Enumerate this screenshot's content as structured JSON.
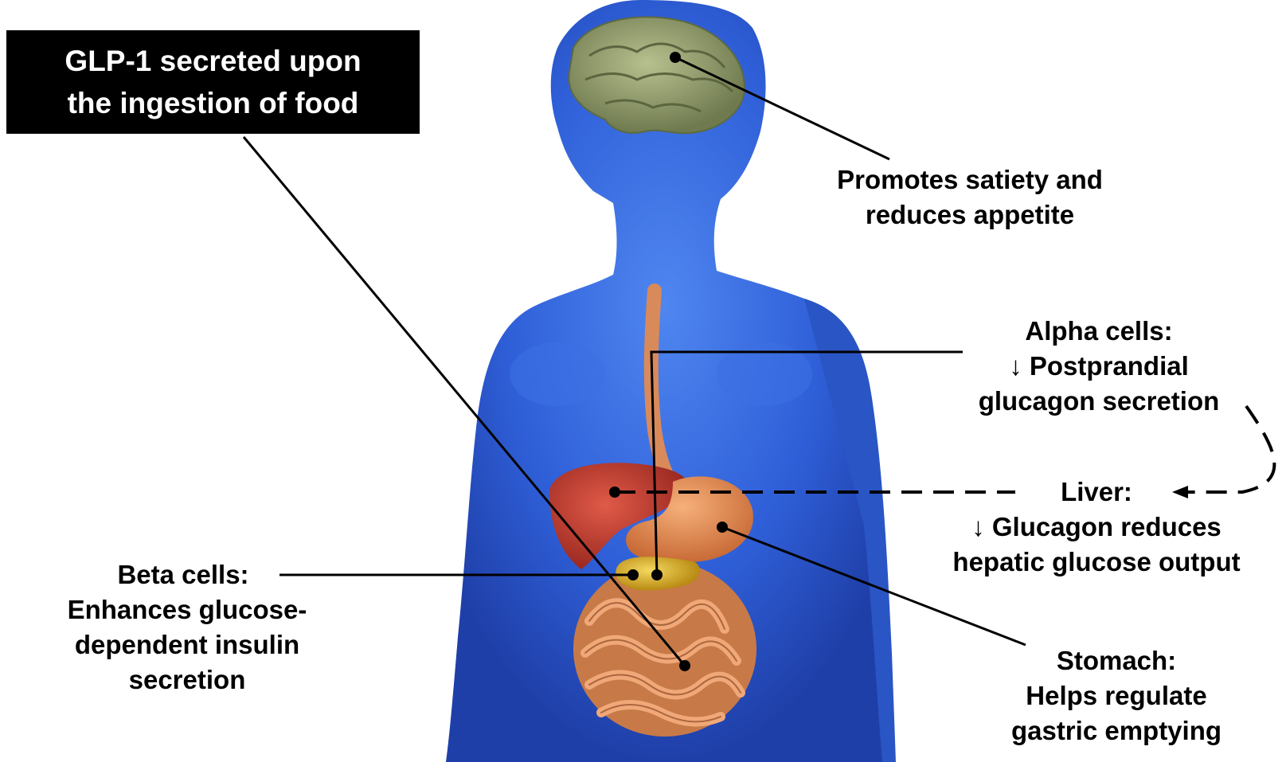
{
  "title": {
    "line1": "GLP-1 secreted upon",
    "line2": "the ingestion of food"
  },
  "brain": {
    "line1": "Promotes satiety and",
    "line2": "reduces appetite"
  },
  "alpha": {
    "line1": "Alpha cells:",
    "line2": "↓ Postprandial",
    "line3": "glucagon secretion"
  },
  "liver": {
    "line1": "Liver:",
    "line2": "↓ Glucagon reduces",
    "line3": "hepatic glucose output"
  },
  "beta": {
    "line1": "Beta cells:",
    "line2": "Enhances glucose-",
    "line3": "dependent insulin",
    "line4": "secretion"
  },
  "stomach": {
    "line1": "Stomach:",
    "line2": "Helps regulate",
    "line3": "gastric emptying"
  },
  "colors": {
    "body": "#2f5fd8",
    "brain": "#8e9a6a",
    "liver": "#c43a2e",
    "stomach": "#e48a52",
    "intestine": "#d98a5a",
    "pancreas": "#e0b42a"
  }
}
